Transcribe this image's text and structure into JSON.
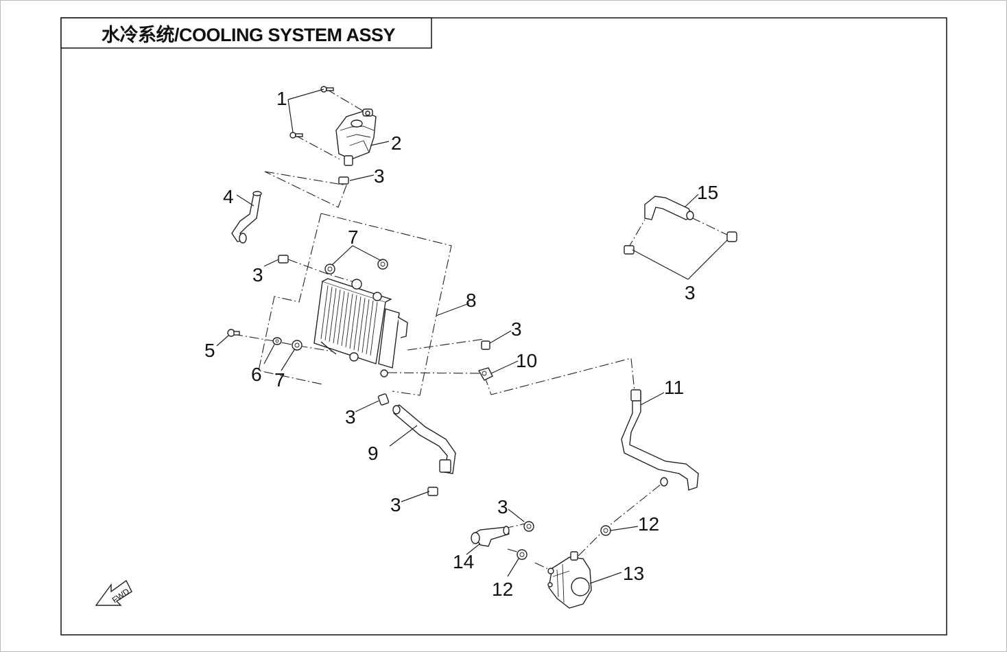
{
  "title": "水冷系统/COOLING SYSTEM ASSY",
  "fwd_label": "FWD",
  "callouts": {
    "c1": "1",
    "c2": "2",
    "c3a": "3",
    "c4": "4",
    "c3b": "3",
    "c7a": "7",
    "c8": "8",
    "c3c": "3",
    "c10": "10",
    "c5": "5",
    "c6": "6",
    "c7b": "7",
    "c3d": "3",
    "c9": "9",
    "c3e": "3",
    "c11": "11",
    "c15": "15",
    "c3f": "3",
    "c3g": "3",
    "c12a": "12",
    "c14": "14",
    "c12b": "12",
    "c13": "13"
  }
}
